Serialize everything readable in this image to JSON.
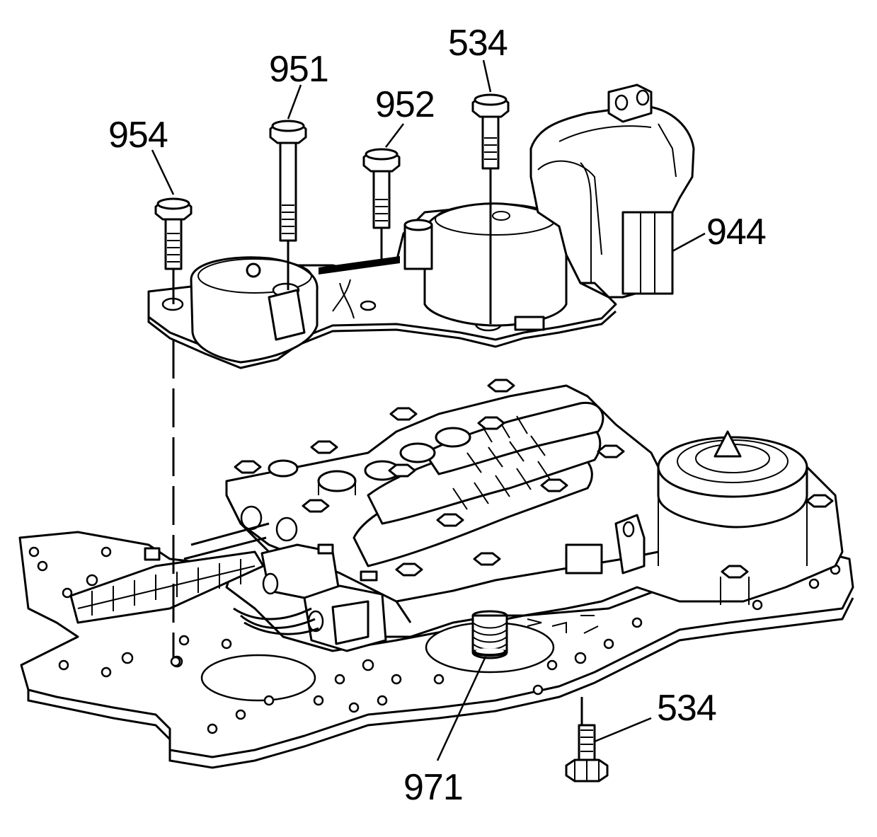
{
  "callouts": {
    "c954": "954",
    "c951": "951",
    "c952": "952",
    "c534_top": "534",
    "c944": "944",
    "c534_bottom": "534",
    "c971": "971"
  }
}
